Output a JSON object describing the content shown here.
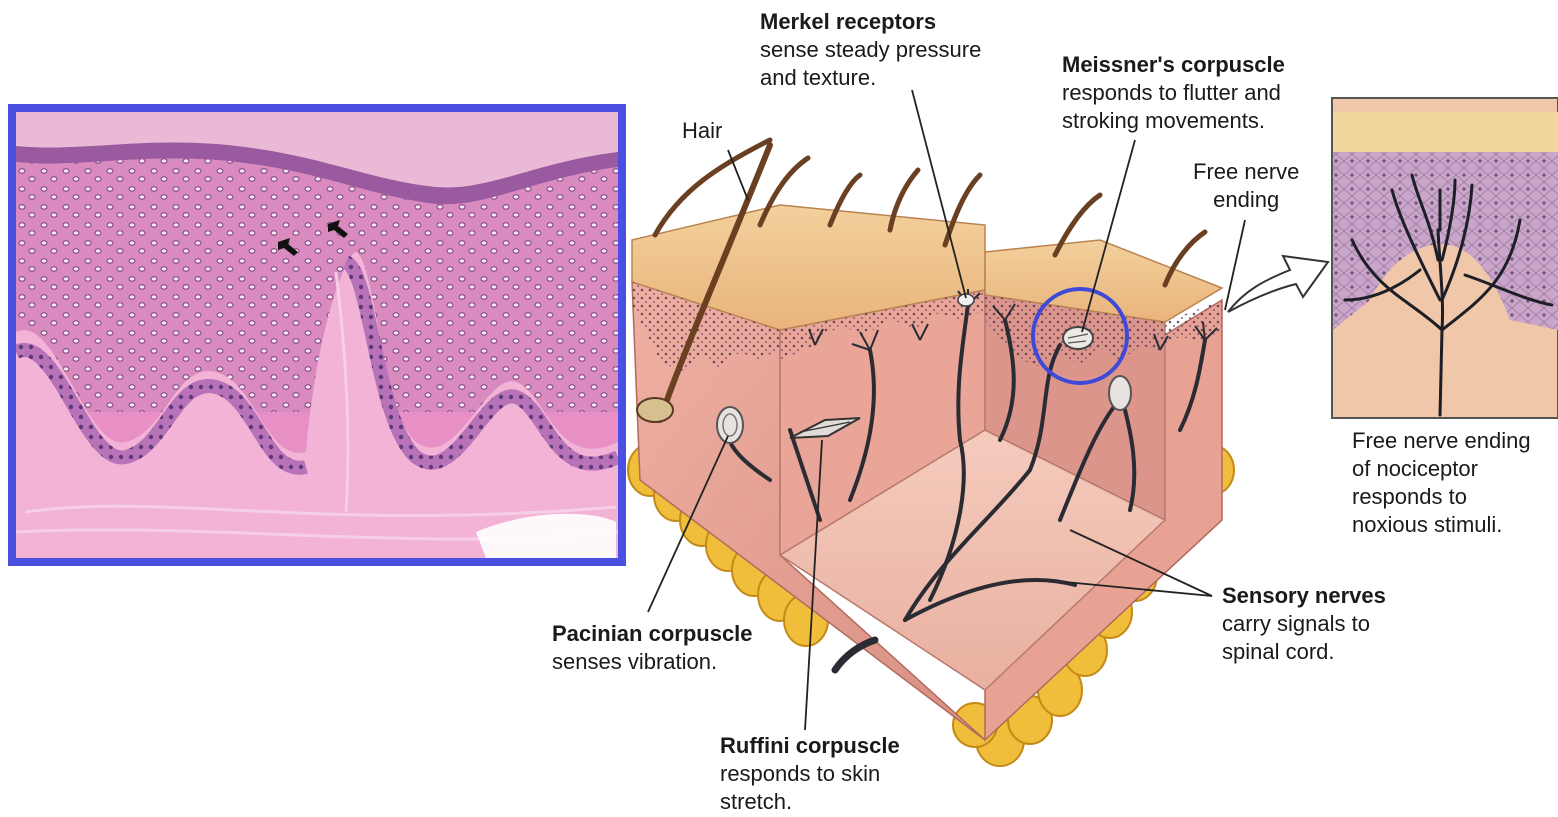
{
  "colors": {
    "frame_border": "#4b4fe0",
    "highlight_circle": "#3f49d8",
    "skin_surface": "#efc58f",
    "dermis": "#e9a79a",
    "fat": "#f0be3a",
    "nerve": "#2b2b33",
    "histology_base": "#e58fc4"
  },
  "labels": {
    "merkel": {
      "title": "Merkel receptors",
      "line1": "sense steady pressure",
      "line2": "and texture."
    },
    "meissner": {
      "title": "Meissner's corpuscle",
      "line1": "responds to flutter and",
      "line2": "stroking movements."
    },
    "hair": {
      "text": "Hair"
    },
    "free_nerve": {
      "line1": "Free nerve",
      "line2": "ending"
    },
    "nociceptor": {
      "line1": "Free nerve ending",
      "line2": "of nociceptor",
      "line3": "responds to",
      "line4": "noxious stimuli."
    },
    "sensory": {
      "title": "Sensory nerves",
      "line1": "carry signals to",
      "line2": "spinal cord."
    },
    "pacinian": {
      "title": "Pacinian corpuscle",
      "line1": "senses vibration."
    },
    "ruffini": {
      "title": "Ruffini corpuscle",
      "line1": "responds to skin",
      "line2": "stretch."
    }
  },
  "icons": [
    "arrow-pointer-icon",
    "arrow-pointer-icon",
    "callout-arrow-icon"
  ]
}
